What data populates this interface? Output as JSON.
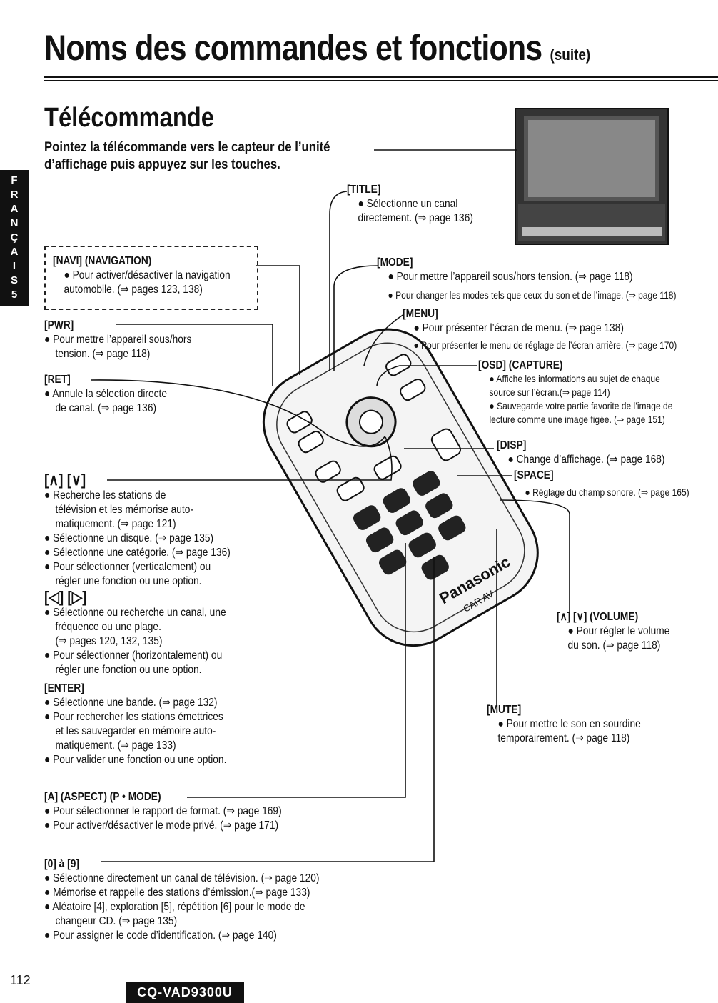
{
  "header": {
    "title": "Noms des commandes et fonctions",
    "suite": "(suite)"
  },
  "section": {
    "title": "Télécommande",
    "intro_line1": "Pointez la télécommande vers le capteur de l’unité",
    "intro_line2": "d’affichage puis appuyez sur les touches."
  },
  "side_tab": [
    "F",
    "R",
    "A",
    "N",
    "Ç",
    "A",
    "I",
    "S",
    "5"
  ],
  "remote": {
    "brand": "Panasonic",
    "sub": "CAR AV"
  },
  "labels": {
    "title": {
      "head": "[TITLE]",
      "l1": "● Sélectionne un canal",
      "l2": "directement. (⇒ page 136)"
    },
    "navi": {
      "head": "[NAVI] (NAVIGATION)",
      "l1": "● Pour activer/désactiver la navigation",
      "l2": "automobile. (⇒ pages 123, 138)"
    },
    "mode": {
      "head": "[MODE]",
      "l1": "● Pour mettre l’appareil sous/hors tension. (⇒ page 118)",
      "l2": "● Pour changer les modes tels que ceux du son et de l’image. (⇒ page 118)"
    },
    "menu": {
      "head": "[MENU]",
      "l1": "● Pour présenter l’écran de menu. (⇒ page 138)",
      "l2": "● Pour présenter le menu de réglage de l’écran arrière. (⇒ page 170)"
    },
    "pwr": {
      "head": "[PWR]",
      "l1": "● Pour mettre l’appareil sous/hors",
      "l2": "tension. (⇒ page 118)"
    },
    "osd": {
      "head": "[OSD] (CAPTURE)",
      "l1": "● Affiche les informations au sujet de chaque",
      "l2": "source sur l’écran.(⇒ page 114)",
      "l3": "● Sauvegarde votre partie favorite de l’image de",
      "l4": "lecture comme une image figée. (⇒ page 151)"
    },
    "ret": {
      "head": "[RET]",
      "l1": "● Annule la sélection directe",
      "l2": "de canal. (⇒ page 136)"
    },
    "disp": {
      "head": "[DISP]",
      "l1": "● Change d’affichage. (⇒ page 168)"
    },
    "space": {
      "head": "[SPACE]",
      "l1": "● Réglage du champ sonore. (⇒ page 165)"
    },
    "updown": {
      "head": "[∧] [∨]",
      "l1": "● Recherche les stations de",
      "l2": "télévision et les mémorise auto-",
      "l3": "matiquement. (⇒ page 121)",
      "l4": "● Sélectionne un disque. (⇒ page 135)",
      "l5": "● Sélectionne une catégorie. (⇒ page 136)",
      "l6": "● Pour sélectionner (verticalement) ou",
      "l7": "régler une fonction ou une option."
    },
    "leftright": {
      "head": "[◁] [▷]",
      "l1": "● Sélectionne ou recherche un canal, une",
      "l2": "fréquence ou une plage.",
      "l3": "(⇒ pages 120, 132, 135)",
      "l4": "● Pour sélectionner (horizontalement) ou",
      "l5": "régler une fonction ou une option."
    },
    "volume": {
      "head": "[∧] [∨] (VOLUME)",
      "l1": "● Pour régler le volume",
      "l2": "du son. (⇒ page 118)"
    },
    "enter": {
      "head": "[ENTER]",
      "l1": "● Sélectionne une bande. (⇒ page 132)",
      "l2": "● Pour rechercher les stations émettrices",
      "l3": "et les sauvegarder en mémoire auto-",
      "l4": "matiquement. (⇒ page 133)",
      "l5": "● Pour valider une fonction ou une option."
    },
    "mute": {
      "head": "[MUTE]",
      "l1": "● Pour mettre le son en sourdine",
      "l2": "temporairement. (⇒ page 118)"
    },
    "aspect": {
      "head": "[A] (ASPECT) (P • MODE)",
      "l1": "● Pour sélectionner le rapport de format. (⇒ page 169)",
      "l2": "● Pour activer/désactiver le mode privé. (⇒ page 171)"
    },
    "digits": {
      "head": "[0] à [9]",
      "l1": "● Sélectionne directement un canal de télévision. (⇒ page 120)",
      "l2": "● Mémorise et rappelle des stations d’émission.(⇒ page 133)",
      "l3": "● Aléatoire [4], exploration [5], répétition [6] pour le mode de",
      "l4": "changeur CD. (⇒ page 135)",
      "l5": "● Pour assigner le code d’identification. (⇒ page 140)"
    }
  },
  "footer": {
    "page": "112",
    "model": "CQ-VAD9300U"
  }
}
